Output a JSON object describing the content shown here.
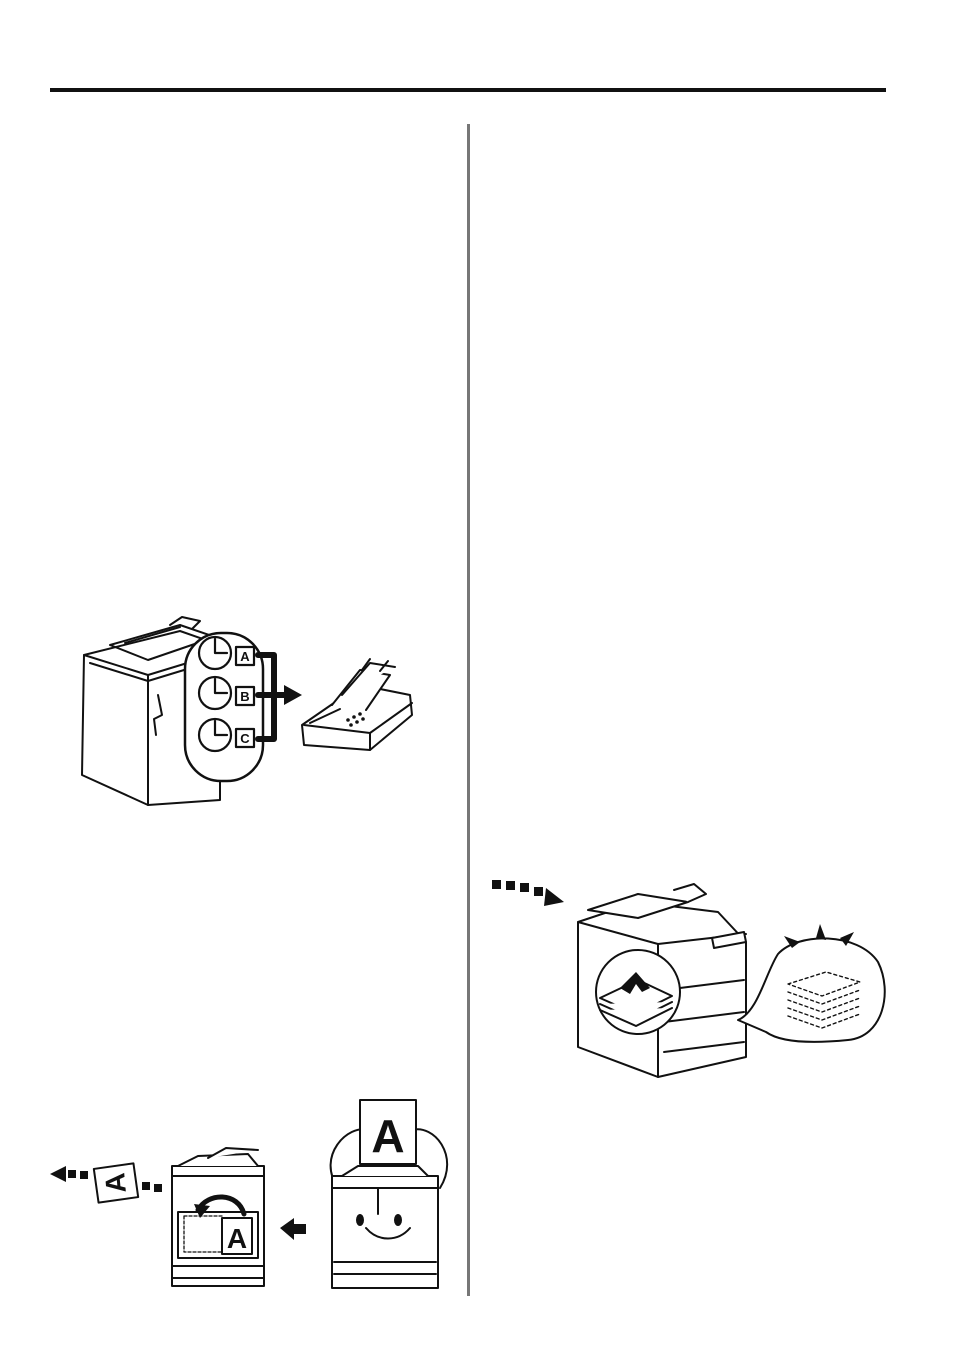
{
  "colors": {
    "ink": "#111111",
    "divider": "#777777",
    "paper": "#ffffff"
  },
  "illustrations": {
    "timer_fax": {
      "icon": "timer-fax-illustration",
      "slot_labels": [
        "A",
        "B",
        "C"
      ]
    },
    "memory_copy": {
      "icon": "memory-copy-illustration"
    },
    "two_sided_copy": {
      "icon": "two-sided-copy-illustration",
      "original_letter": "A",
      "output_letter": "A",
      "flipped_letter": "A"
    }
  }
}
